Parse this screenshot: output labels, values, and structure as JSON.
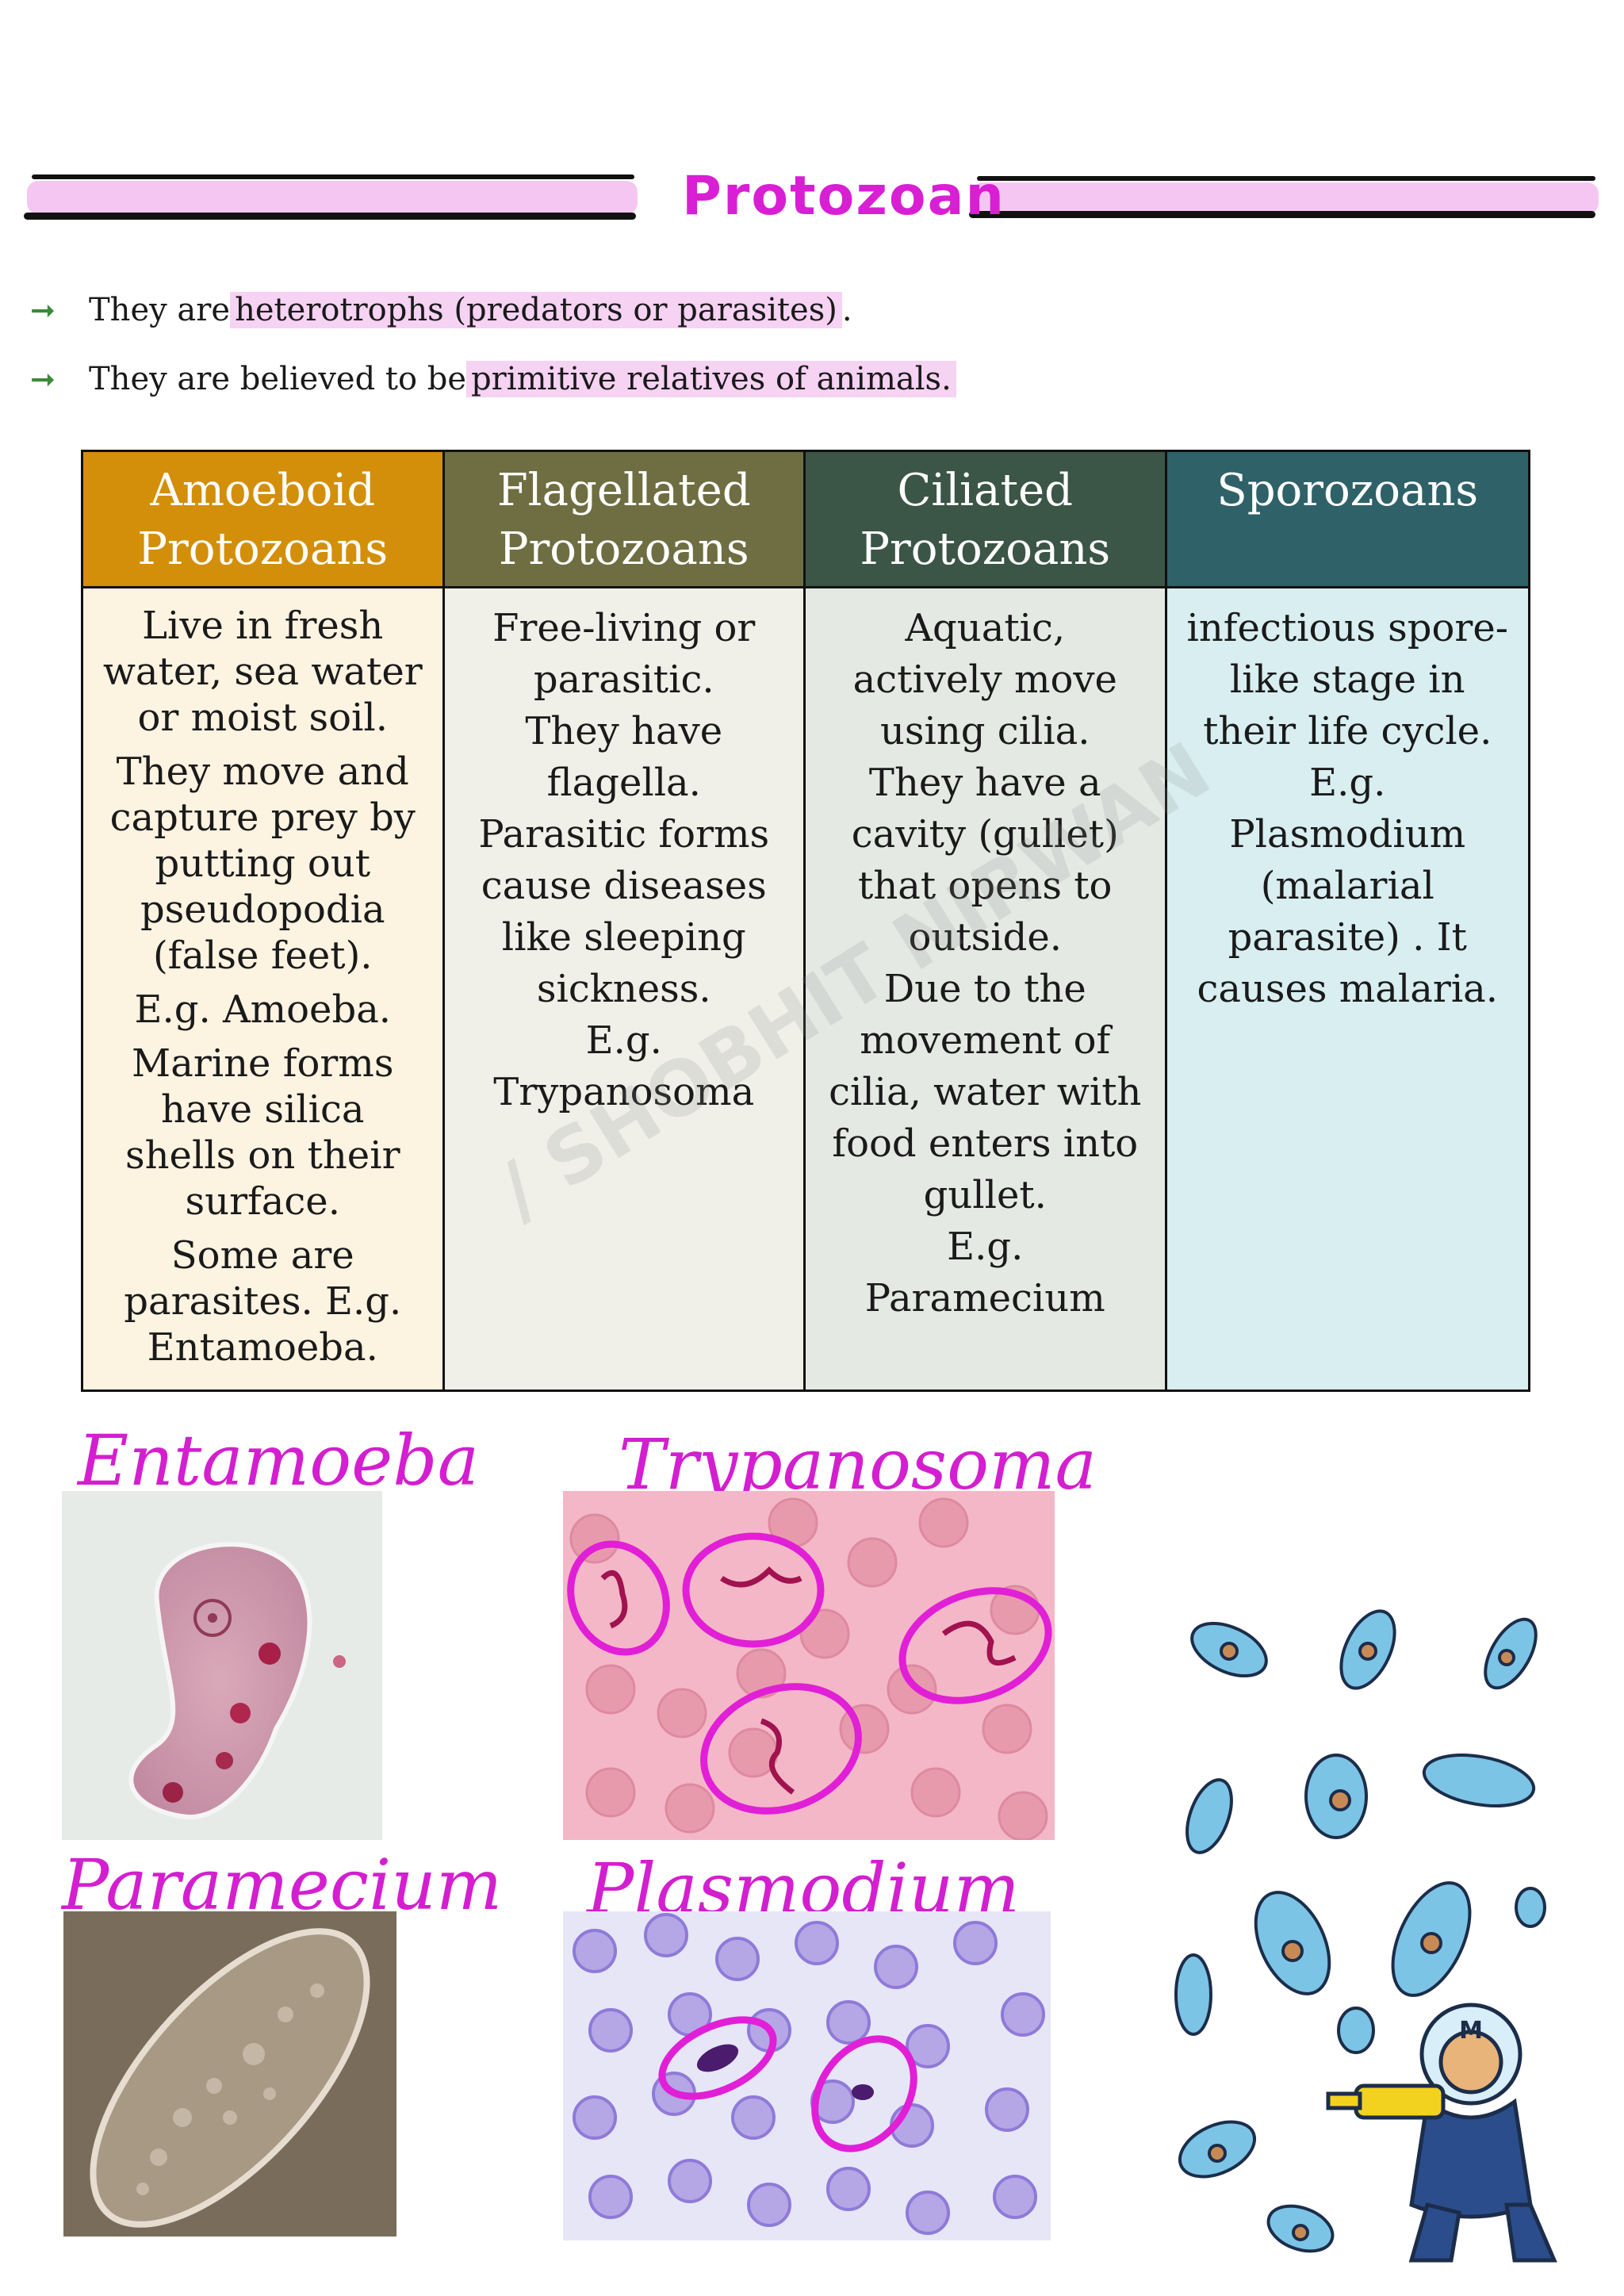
{
  "page": {
    "title": "Protozoan"
  },
  "bullets": [
    {
      "prefix": "They are ",
      "highlight": "heterotrophs (predators or parasites)",
      "suffix": "."
    },
    {
      "prefix": "They are believed to be ",
      "highlight": "primitive relatives of animals.",
      "suffix": ""
    }
  ],
  "table": {
    "headers": [
      {
        "line1": "Amoeboid",
        "line2": "Protozoans",
        "color": "#d38f0a",
        "bg": "#fdf3e1"
      },
      {
        "line1": "Flagellated",
        "line2": "Protozoans",
        "color": "#6e6e42",
        "bg": "#f0f0e8"
      },
      {
        "line1": "Ciliated",
        "line2": "Protozoans",
        "color": "#3b5546",
        "bg": "#e5e9e4"
      },
      {
        "line1": "Sporozoans",
        "line2": "",
        "color": "#2f6168",
        "bg": "#d8eef1"
      }
    ],
    "amoeboid": [
      "Live in fresh water, sea water or moist soil.",
      "They move and capture prey by putting out pseudopodia (false feet).",
      "E.g. Amoeba.",
      "Marine forms have silica shells on their surface.",
      "Some are parasites. E.g. Entamoeba."
    ],
    "flagellated": [
      "Free-living or parasitic.",
      "They have flagella.",
      "Parasitic forms cause diseases like sleeping sickness.",
      "E.g. Trypanosoma"
    ],
    "ciliated": [
      "Aquatic, actively move using cilia.",
      "They have a cavity (gullet) that opens to outside.",
      "Due to the movement of cilia, water with food enters into gullet.",
      "E.g. Paramecium"
    ],
    "sporozoans": [
      "infectious spore-like stage in their life cycle.",
      "E.g. Plasmodium (malarial parasite) . It causes malaria."
    ]
  },
  "watermark": "/ SHOBHIT NIRWAN",
  "images": {
    "entamoeba_label": "Entamoeba",
    "trypanosoma_label": "Trypanosoma",
    "paramecium_label": "Paramecium",
    "plasmodium_label": "Plasmodium"
  },
  "colors": {
    "accent": "#d91fd3",
    "highlight": "#f6d2f3",
    "arrow": "#3b8a3b"
  }
}
